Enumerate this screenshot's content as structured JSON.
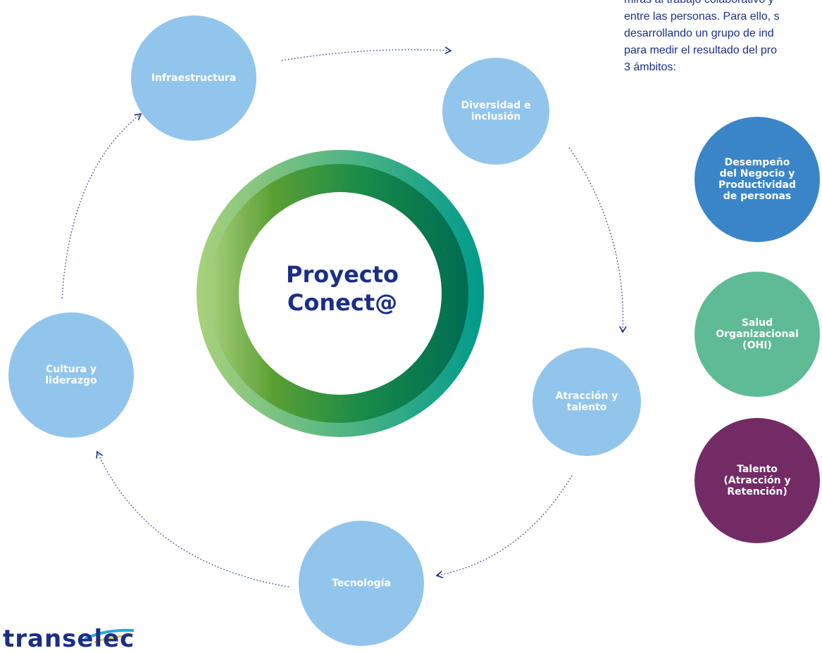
{
  "intro_text": "miras al trabajo colaborativo y\nentre las personas. Para ello, s\ndesarrollando un grupo de ind\npara medir el resultado del pro\n3 ámbitos:",
  "center_label": "Proyecto\nConect@",
  "cycle_nodes": [
    {
      "label": "Infraestructura"
    },
    {
      "label": "Diversidad e\ninclusión"
    },
    {
      "label": "Atracción y\ntalento"
    },
    {
      "label": "Tecnología"
    },
    {
      "label": "Cultura y\nliderazgo"
    }
  ],
  "domains": [
    {
      "label": "Desempeño\ndel Negocio y\nProductividad\nde personas",
      "color": "#3a85c7"
    },
    {
      "label": "Salud\nOrganizacional\n(OHI)",
      "color": "#5fba96"
    },
    {
      "label": "Talento\n(Atracción y\nRetención)",
      "color": "#722b65"
    }
  ],
  "colors": {
    "node": "#92c5ec",
    "title": "#1b2f86",
    "arrow": "#1b2f86",
    "ring_start": "#a6ce7a",
    "ring_mid": "#3d9b46",
    "ring_end": "#006f53"
  },
  "logo": {
    "text": "transelec"
  }
}
